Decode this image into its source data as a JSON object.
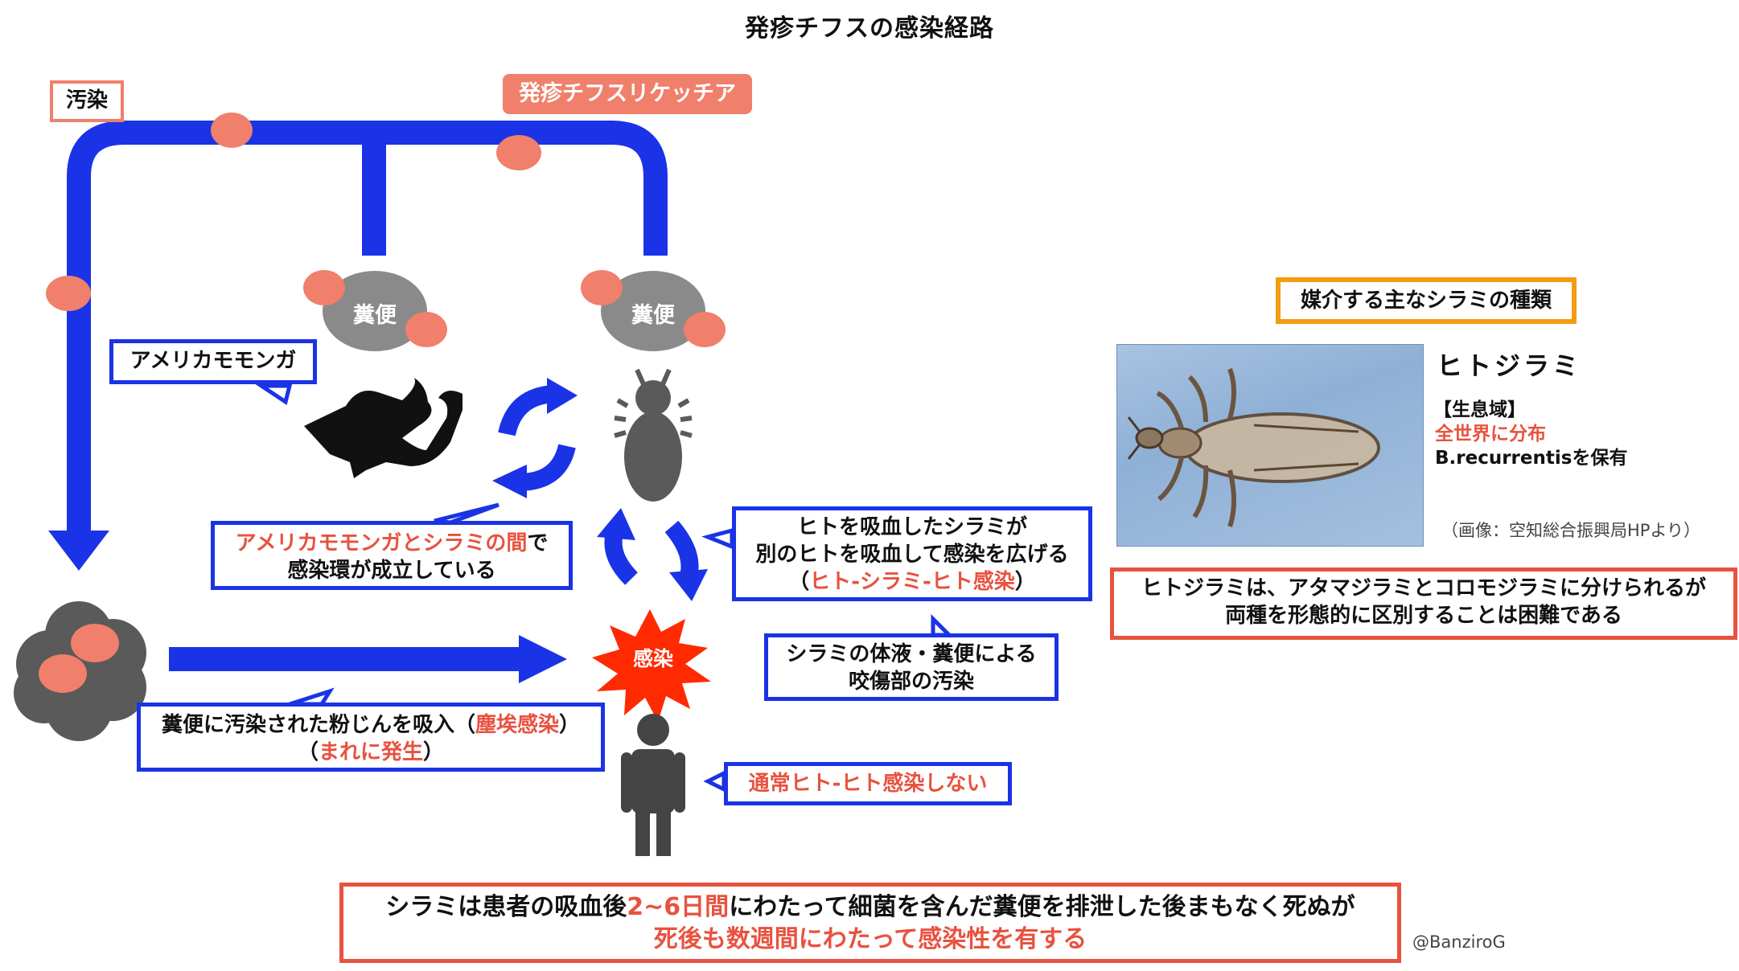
{
  "title": "発疹チフスの感染経路",
  "labels": {
    "contamination": "汚染",
    "rickettsia": "発疹チフスリケッチア",
    "feces_1": "糞便",
    "feces_2": "糞便",
    "infection": "感染",
    "flying_squirrel": "アメリカモモンガ"
  },
  "callouts": {
    "squirrel_cycle": {
      "line1_red": "アメリカモモンガとシラミの間",
      "line1_rest": "で",
      "line2": "感染環が成立している"
    },
    "human_louse_human": {
      "line1": "ヒトを吸血したシラミが",
      "line2": "別のヒトを吸血して感染を広げる",
      "line3_open": "（",
      "line3_red": "ヒト-シラミ-ヒト感染",
      "line3_close": "）"
    },
    "bite_contamination": {
      "line1": "シラミの体液・糞便による",
      "line2": "咬傷部の汚染"
    },
    "dust_inhalation": {
      "line1_pre": "糞便に汚染された粉じんを吸入（",
      "line1_red": "塵埃感染",
      "line1_post": "）",
      "line2_open": "（",
      "line2_red": "まれに発生",
      "line2_close": "）"
    },
    "no_human_to_human": "通常ヒト-ヒト感染しない"
  },
  "note_bottom": {
    "line1_pre": "シラミは患者の吸血後",
    "line1_red": "2~6日間",
    "line1_post": "にわたって細菌を含んだ糞便を排泄した後まもなく死ぬが",
    "line2_red": "死後も数週間にわたって感染性を有する"
  },
  "right_panel": {
    "header": "媒介する主なシラミの種類",
    "species_name": "ヒトジラミ",
    "habitat_label": "【生息域】",
    "habitat_value": "全世界に分布",
    "pathogen_note": "B.recurrentisを保有",
    "image_credit": "（画像：空知総合振興局HPより）",
    "note_line1": "ヒトジラミは、アタマジラミとコロモジラミに分けられるが",
    "note_line2": "両種を形態的に区別することは困難である"
  },
  "credit": "@BanziroG",
  "colors": {
    "arrow_blue": "#1a33e6",
    "salmon": "#f07f6b",
    "red_text": "#e8523f",
    "orange_border": "#f39c12",
    "gray": "#8a8a8a",
    "dark_gray": "#5a5a5a",
    "infection_red": "#ff2a00"
  },
  "icons": [
    "flying-squirrel-icon",
    "louse-icon",
    "person-icon",
    "cycle-arrows-icon",
    "infection-burst-icon",
    "dust-cloud-icon"
  ]
}
